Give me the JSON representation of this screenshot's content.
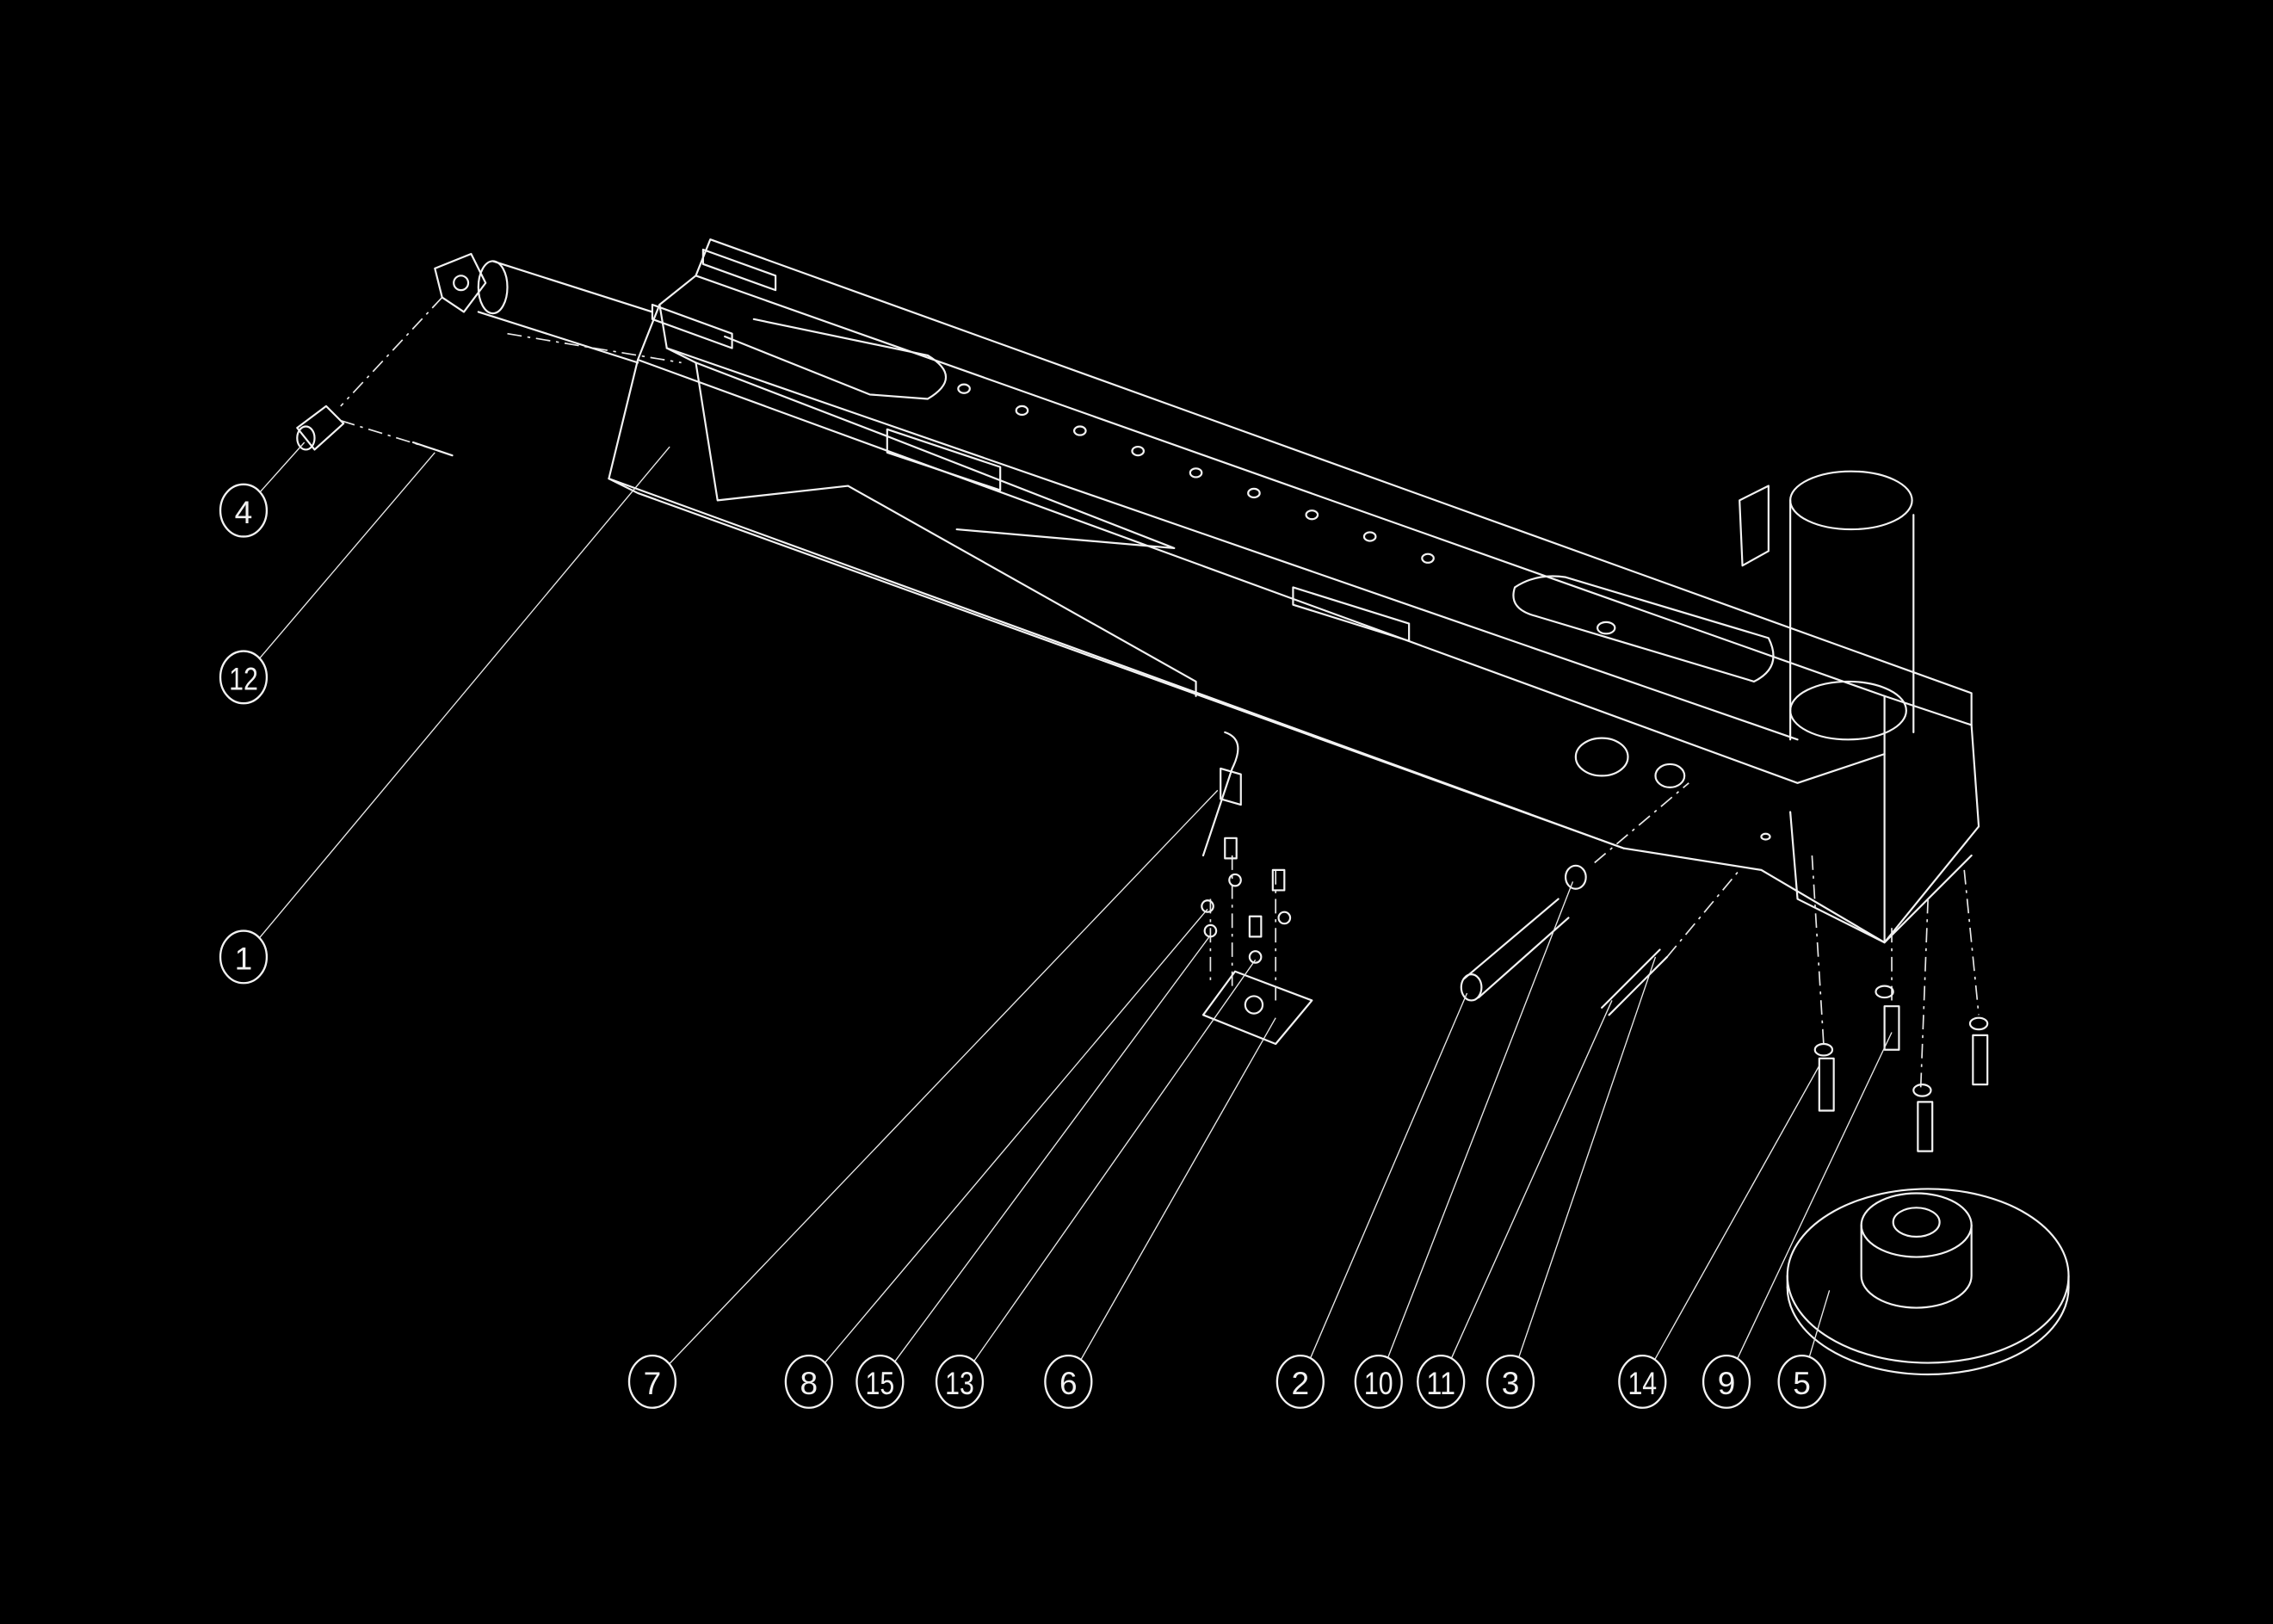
{
  "diagram": {
    "type": "exploded-assembly-drawing",
    "colors": {
      "background": "#000000",
      "line": "#f2f2f2"
    },
    "callouts": [
      {
        "id": "c4",
        "label": "4"
      },
      {
        "id": "c12",
        "label": "12"
      },
      {
        "id": "c1",
        "label": "1"
      },
      {
        "id": "c7",
        "label": "7"
      },
      {
        "id": "c8",
        "label": "8"
      },
      {
        "id": "c15",
        "label": "15"
      },
      {
        "id": "c13",
        "label": "13"
      },
      {
        "id": "c6",
        "label": "6"
      },
      {
        "id": "c2",
        "label": "2"
      },
      {
        "id": "c10",
        "label": "10"
      },
      {
        "id": "c11",
        "label": "11"
      },
      {
        "id": "c3",
        "label": "3"
      },
      {
        "id": "c14",
        "label": "14"
      },
      {
        "id": "c9",
        "label": "9"
      },
      {
        "id": "c5",
        "label": "5"
      }
    ]
  }
}
